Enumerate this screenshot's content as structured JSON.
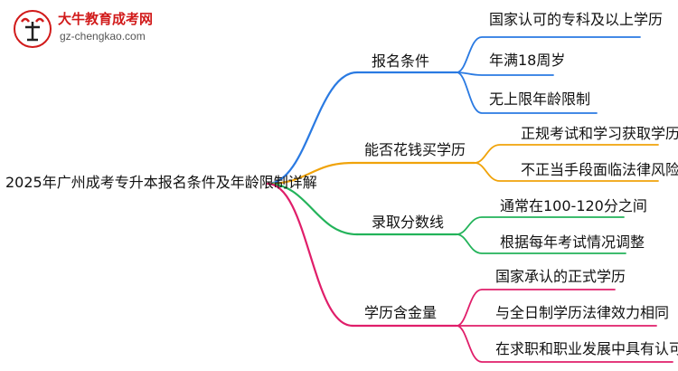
{
  "logo": {
    "title": "大牛教育成考网",
    "url": "gz-chengkao.com"
  },
  "root": "2025年广州成考专升本报名条件及年龄限制详解",
  "branches": [
    {
      "label": "报名条件",
      "color": "#2a7ae2",
      "leaves": [
        "国家认可的专科及以上学历",
        "年满18周岁",
        "无上限年龄限制"
      ]
    },
    {
      "label": "能否花钱买学历",
      "color": "#f0a30a",
      "leaves": [
        "正规考试和学习获取学历",
        "不正当手段面临法律风险"
      ]
    },
    {
      "label": "录取分数线",
      "color": "#23b35a",
      "leaves": [
        "通常在100-120分之间",
        "根据每年考试情况调整"
      ]
    },
    {
      "label": "学历含金量",
      "color": "#e01e6a",
      "leaves": [
        "国家承认的正式学历",
        "与全日制学历法律效力相同",
        "在求职和职业发展中具有认可度"
      ]
    }
  ]
}
